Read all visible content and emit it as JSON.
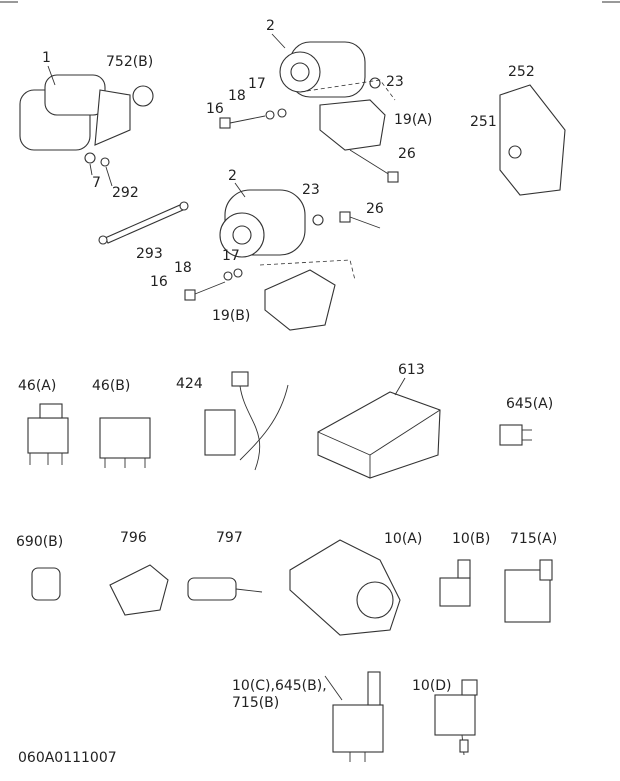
{
  "diagram_id": "060A0111007",
  "labels": {
    "l1": "1",
    "l752b": "752(B)",
    "l2a": "2",
    "l23a": "23",
    "l252": "252",
    "l17a": "17",
    "l18a": "18",
    "l16a": "16",
    "l19a": "19(A)",
    "l251": "251",
    "l26a": "26",
    "l7": "7",
    "l292": "292",
    "l2b": "2",
    "l23b": "23",
    "l26b": "26",
    "l293": "293",
    "l17b": "17",
    "l18b": "18",
    "l16b": "16",
    "l19b": "19(B)",
    "l46a": "46(A)",
    "l46b": "46(B)",
    "l424": "424",
    "l613": "613",
    "l645a": "645(A)",
    "l690b": "690(B)",
    "l796": "796",
    "l797": "797",
    "l10a": "10(A)",
    "l10b": "10(B)",
    "l715a": "715(A)",
    "l10c_line1": "10(C),645(B),",
    "l10c_line2": "715(B)",
    "l10d": "10(D)"
  }
}
